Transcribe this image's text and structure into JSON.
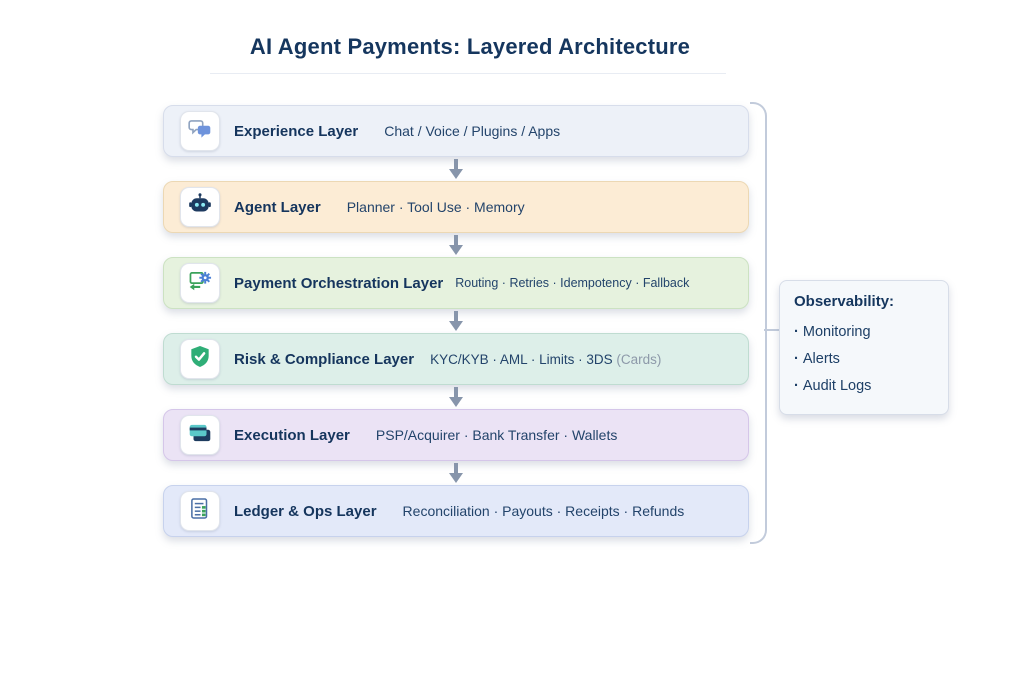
{
  "title": "AI Agent Payments: Layered Architecture",
  "layers": [
    {
      "title": "Experience Layer",
      "sub": "Chat / Voice / Plugins / Apps",
      "icon": "chat-bubbles-icon",
      "bg": "#edf1f8",
      "border": "#d7ddeb"
    },
    {
      "title": "Agent Layer",
      "sub": "Planner · Tool Use · Memory",
      "icon": "robot-icon",
      "bg": "#fcecd5",
      "border": "#ecd8b4"
    },
    {
      "title": "Payment Orchestration Layer",
      "sub": "Routing · Retries · Idempotency · Fallback",
      "icon": "gear-arrows-icon",
      "bg": "#e6f2de",
      "border": "#cce2c2"
    },
    {
      "title": "Risk & Compliance Layer",
      "sub": "KYC/KYB · AML · Limits · 3DS",
      "sub_muted": "(Cards)",
      "icon": "shield-check-icon",
      "bg": "#ddefe9",
      "border": "#bfdcd1"
    },
    {
      "title": "Execution Layer",
      "sub": "PSP/Acquirer · Bank Transfer · Wallets",
      "icon": "credit-card-icon",
      "bg": "#ebe3f5",
      "border": "#d5c6e9"
    },
    {
      "title": "Ledger & Ops Layer",
      "sub": "Reconciliation · Payouts · Receipts · Refunds",
      "icon": "ledger-icon",
      "bg": "#e3e9f9",
      "border": "#c7d2ed"
    }
  ],
  "observability": {
    "title": "Observability:",
    "items": [
      "Monitoring",
      "Alerts",
      "Audit Logs"
    ]
  },
  "colors": {
    "title_text": "#15365e",
    "sub_text": "#23446b",
    "muted_text": "#8d99a9",
    "arrow": "#8795ab",
    "bracket": "#c2cbdb",
    "shield_green": "#2fae77",
    "card_teal": "#5bc8c9",
    "robot_navy": "#1d3a5f",
    "bubble_blue": "#6e93dc"
  }
}
